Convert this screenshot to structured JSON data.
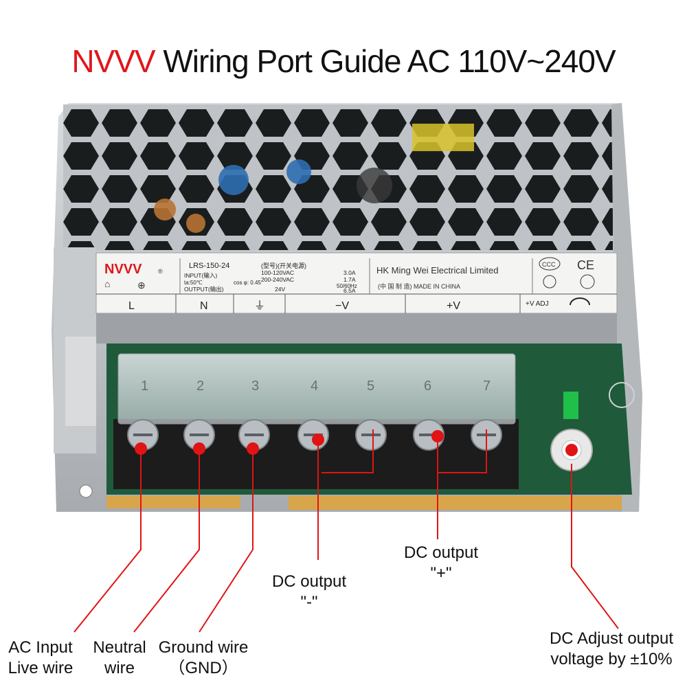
{
  "title": {
    "brand": "NVVV",
    "rest": "Wiring Port Guide AC 110V~240V"
  },
  "device": {
    "brand": "NVVV",
    "registered_mark": "®",
    "model": "LRS-150-24",
    "model_cn": "(型号)(开关电源)",
    "manufacturer": "HK Ming Wei Electrical Limited",
    "origin": "(中 国 制 造) MADE IN CHINA",
    "input_label": "INPUT(输入)",
    "input_low": "100-120VAC",
    "input_low_current": "3.0A",
    "input_high": "200-240VAC",
    "input_high_current": "1.7A",
    "ta": "ta:50℃",
    "cos": "cos φ: 0.45",
    "freq": "50/60Hz",
    "output_label": "OUTPUT(输出)",
    "output_voltage": "24V",
    "output_current": "6.5A",
    "cert_ccc": "CCC",
    "cert_ce": "CE",
    "terminals": [
      "L",
      "N",
      "⏚",
      "−V",
      "+V"
    ],
    "adj_label": "+V ADJ",
    "numbers": [
      "1",
      "2",
      "3",
      "4",
      "5",
      "6",
      "7"
    ]
  },
  "callouts": {
    "live": [
      "AC Input",
      "Live wire"
    ],
    "neutral": [
      "Neutral",
      "wire"
    ],
    "ground": [
      "Ground wire",
      "（GND）"
    ],
    "dc_minus": [
      "DC output",
      "\"-\""
    ],
    "dc_plus": [
      "DC output",
      "\"+\""
    ],
    "adjust": [
      "DC Adjust output",
      "voltage by ±10%"
    ]
  },
  "colors": {
    "brand_red": "#e0161b",
    "callout_red": "#e01414",
    "pcb_green": "#1f5a3a",
    "terminal_black": "#1c1c1c"
  }
}
